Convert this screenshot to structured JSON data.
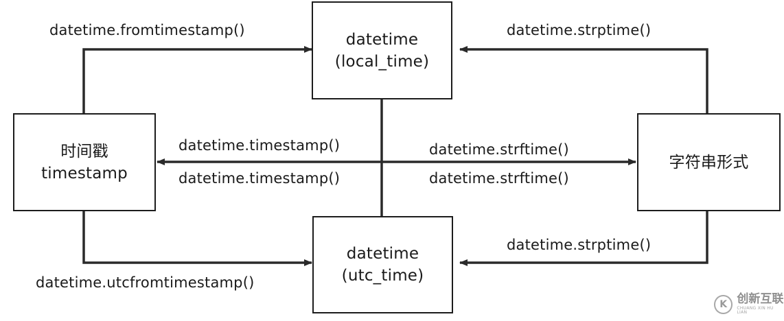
{
  "boxes": {
    "local_time": {
      "line1": "datetime",
      "line2": "(local_time)"
    },
    "timestamp": {
      "line1": "时间戳",
      "line2": "timestamp"
    },
    "string_form": {
      "line1": "字符串形式"
    },
    "utc_time": {
      "line1": "datetime",
      "line2": "(utc_time)"
    }
  },
  "edges": {
    "timestamp_to_local": "datetime.fromtimestamp()",
    "string_to_local": "datetime.strptime()",
    "to_timestamp_top": "datetime.timestamp()",
    "to_timestamp_bottom": "datetime.timestamp()",
    "to_string_top": "datetime.strftime()",
    "to_string_bottom": "datetime.strftime()",
    "string_to_utc": "datetime.strptime()",
    "timestamp_to_utc": "datetime.utcfromtimestamp()"
  },
  "watermark": {
    "logo": "K",
    "text_cn": "创新互联",
    "text_en": "CHUANG XIN HU LIAN"
  },
  "colors": {
    "stroke": "#1c1c1c",
    "arrow": "#2a2a2a",
    "watermark": "#9a9a9a"
  }
}
